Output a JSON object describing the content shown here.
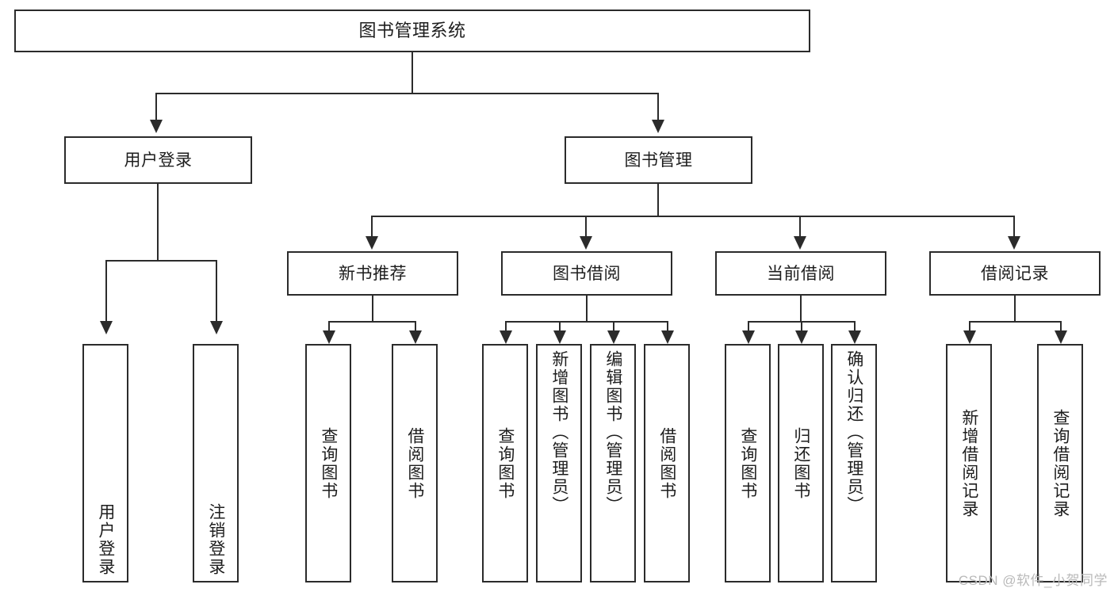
{
  "diagram": {
    "type": "tree",
    "title": "图书管理系统",
    "root": {
      "label": "图书管理系统"
    },
    "level2": [
      {
        "label": "用户登录"
      },
      {
        "label": "图书管理"
      }
    ],
    "level3": [
      {
        "label": "新书推荐"
      },
      {
        "label": "图书借阅"
      },
      {
        "label": "当前借阅"
      },
      {
        "label": "借阅记录"
      }
    ],
    "leaves": {
      "user_login": [
        {
          "label": "用户登录"
        },
        {
          "label": "注销登录"
        }
      ],
      "new_book_recommend": [
        {
          "label": "查询图书"
        },
        {
          "label": "借阅图书"
        }
      ],
      "book_borrow": [
        {
          "label": "查询图书"
        },
        {
          "label": "新增图书（管理员）"
        },
        {
          "label": "编辑图书（管理员）"
        },
        {
          "label": "借阅图书"
        }
      ],
      "current_borrow": [
        {
          "label": "查询图书"
        },
        {
          "label": "归还图书"
        },
        {
          "label": "确认归还（管理员）"
        }
      ],
      "borrow_records": [
        {
          "label": "新增借阅记录"
        },
        {
          "label": "查询借阅记录"
        }
      ]
    }
  },
  "watermark": {
    "text": "CSDN @软件_小贺同学"
  },
  "colors": {
    "stroke": "#2b2b2b",
    "background": "#ffffff",
    "text": "#1d1d1d",
    "watermark": "#b9b9b9"
  }
}
